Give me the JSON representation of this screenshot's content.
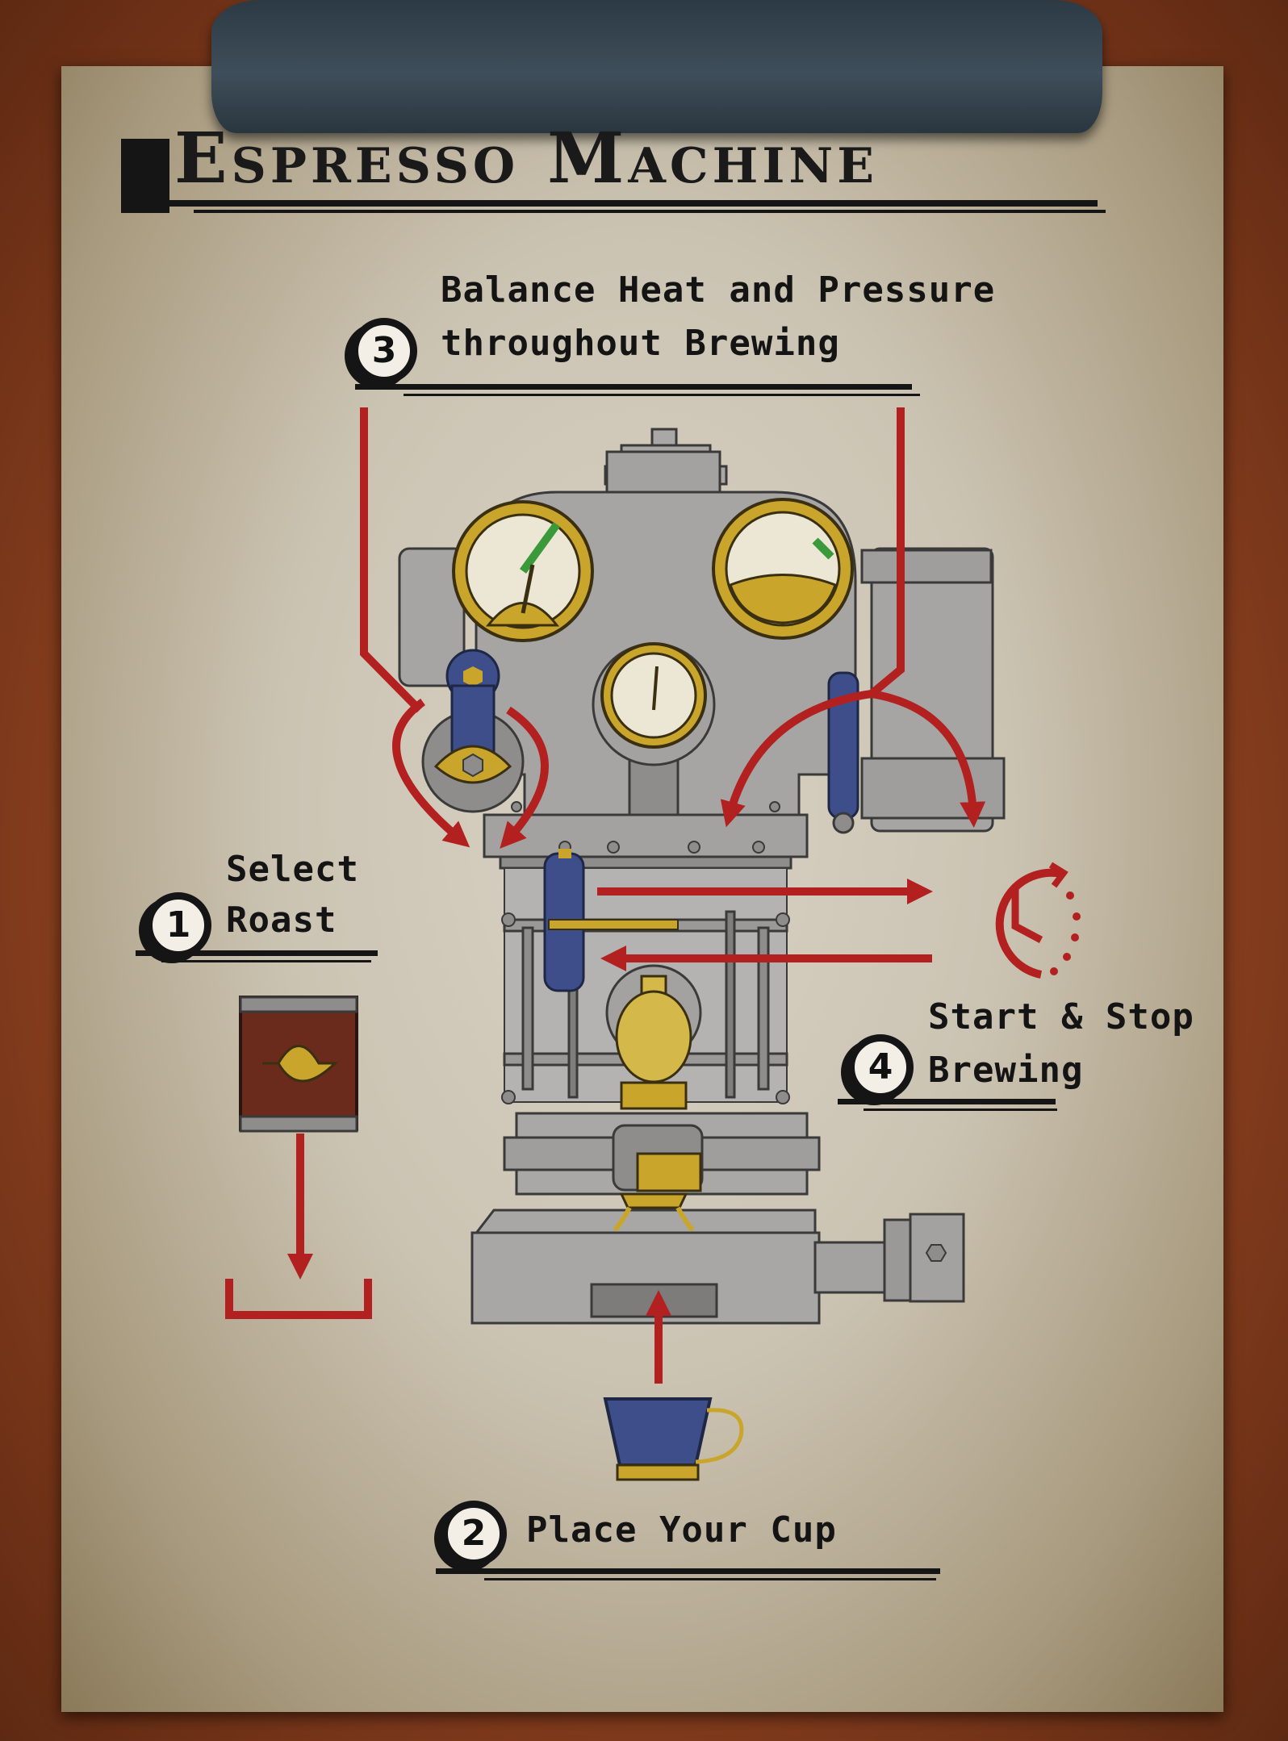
{
  "title": "Espresso Machine",
  "steps": [
    {
      "number": "1",
      "line1": "Select",
      "line2": "Roast"
    },
    {
      "number": "2",
      "line1": "Place Your Cup",
      "line2": ""
    },
    {
      "number": "3",
      "line1": "Balance Heat and Pressure",
      "line2": "throughout Brewing"
    },
    {
      "number": "4",
      "line1": "Start & Stop",
      "line2": "Brewing"
    }
  ],
  "icons": [
    "clipboard-clip-icon",
    "coffee-tin-icon",
    "coffee-cup-icon",
    "timer-icon",
    "espresso-machine-diagram",
    "heat-gauge-icon",
    "pressure-gauge-icon",
    "center-gauge-icon",
    "grinder-crank-icon",
    "steam-lever-icon",
    "brew-lever-icon"
  ],
  "colors": {
    "accent_red": "#b32020",
    "gold": "#c9a62b",
    "blue": "#3d4e8a",
    "machine_gray": "#9b9a98",
    "ink": "#141414"
  }
}
